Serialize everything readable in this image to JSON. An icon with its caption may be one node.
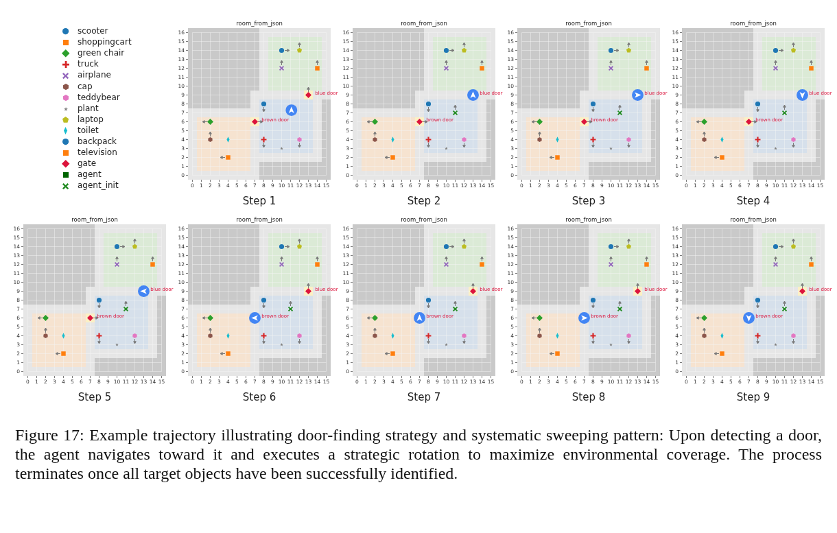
{
  "diagram": {
    "caption": "Figure 17: Example trajectory illustrating door-finding strategy and systematic sweeping pattern: Upon detecting a door, the agent navigates toward it and executes a strategic rotation to maximize environmental coverage. The process terminates once all target objects have been successfully identified.",
    "labels": [
      "Step 1",
      "Step 2",
      "Step 3",
      "Step 4",
      "Step 5",
      "Step 6",
      "Step 7",
      "Step 8",
      "Step 9"
    ],
    "legend": [
      {
        "text": "scooter",
        "color": "#1f77b4"
      },
      {
        "text": "shoppingcart",
        "color": "#ff7f0e"
      },
      {
        "text": "green chair",
        "color": "#2ca02c"
      },
      {
        "text": "truck",
        "color": "#d62728"
      },
      {
        "text": "airplane",
        "color": "#9467bd"
      },
      {
        "text": "cap",
        "color": "#8c564b"
      },
      {
        "text": "teddybear",
        "color": "#e377c2"
      },
      {
        "text": "plant",
        "color": "#7f7f7f"
      },
      {
        "text": "laptop",
        "color": "#bcbd22"
      },
      {
        "text": "toilet",
        "color": "#17becf"
      },
      {
        "text": "backpack",
        "color": "#1f77b4"
      },
      {
        "text": "television",
        "color": "#ff7f0e"
      },
      {
        "text": "gate",
        "color": "#dc143c"
      },
      {
        "text": "agent",
        "color": "#006400"
      },
      {
        "text": "agent_init",
        "color": "#228b22"
      }
    ],
    "chart_data": [
      {
        "type": "scatter",
        "title": "room_from_json",
        "grid": true,
        "xlim": [
          -0.5,
          15.5
        ],
        "ylim": [
          -0.5,
          16.5
        ],
        "xticks": [
          0,
          1,
          2,
          3,
          4,
          5,
          6,
          7,
          8,
          9,
          10,
          11,
          12,
          13,
          14,
          15
        ],
        "yticks": [
          0,
          1,
          2,
          3,
          4,
          5,
          6,
          7,
          8,
          9,
          10,
          11,
          12,
          13,
          14,
          15,
          16
        ],
        "series": [
          {
            "marker": "circle",
            "color": "#1f77b4",
            "x": [
              10
            ],
            "values": [
              14
            ]
          },
          {
            "marker": "square",
            "color": "#ff7f0e",
            "x": [
              4
            ],
            "values": [
              2
            ]
          },
          {
            "marker": "diamond",
            "color": "#2ca02c",
            "x": [
              2
            ],
            "values": [
              6
            ]
          },
          {
            "marker": "plus",
            "color": "#d62728",
            "x": [
              8
            ],
            "values": [
              4
            ]
          },
          {
            "marker": "x",
            "color": "#9467bd",
            "x": [
              10
            ],
            "values": [
              12
            ]
          },
          {
            "color": "#8c564b",
            "x": [
              2
            ],
            "values": [
              4
            ]
          },
          {
            "color": "#e377c2",
            "x": [
              12
            ],
            "values": [
              4
            ]
          },
          {
            "marker": "star",
            "color": "#7f7f7f",
            "x": [
              10
            ],
            "values": [
              3
            ]
          },
          {
            "color": "#bcbd22",
            "x": [
              12
            ],
            "values": [
              14
            ]
          },
          {
            "color": "#17becf",
            "x": [
              4
            ],
            "values": [
              4
            ]
          },
          {
            "marker": "circle",
            "color": "#1f77b4",
            "x": [
              8
            ],
            "values": [
              8
            ]
          },
          {
            "marker": "square",
            "color": "#ff7f0e",
            "x": [
              14
            ],
            "values": [
              12
            ]
          },
          {
            "marker": "diamond",
            "color": "#dc143c",
            "x": [
              13,
              7
            ],
            "values": [
              9,
              6
            ]
          },
          {
            "color": "#4285f4",
            "x": [
              11.1
            ],
            "values": [
              7.3
            ]
          }
        ],
        "annotations": [
          "blue door",
          "brown door"
        ]
      },
      {
        "type": "scatter",
        "title": "room_from_json",
        "grid": true,
        "xlim": [
          -0.5,
          15.5
        ],
        "ylim": [
          -0.5,
          16.5
        ],
        "xticks": [
          0,
          1,
          2,
          3,
          4,
          5,
          6,
          7,
          8,
          9,
          10,
          11,
          12,
          13,
          14,
          15
        ],
        "yticks": [
          0,
          1,
          2,
          3,
          4,
          5,
          6,
          7,
          8,
          9,
          10,
          11,
          12,
          13,
          14,
          15,
          16
        ],
        "series": [
          {
            "marker": "circle",
            "color": "#1f77b4",
            "x": [
              10
            ],
            "values": [
              14
            ]
          },
          {
            "marker": "square",
            "color": "#ff7f0e",
            "x": [
              4
            ],
            "values": [
              2
            ]
          },
          {
            "marker": "diamond",
            "color": "#2ca02c",
            "x": [
              2
            ],
            "values": [
              6
            ]
          },
          {
            "marker": "plus",
            "color": "#d62728",
            "x": [
              8
            ],
            "values": [
              4
            ]
          },
          {
            "marker": "x",
            "color": "#9467bd",
            "x": [
              10
            ],
            "values": [
              12
            ]
          },
          {
            "color": "#8c564b",
            "x": [
              2
            ],
            "values": [
              4
            ]
          },
          {
            "color": "#e377c2",
            "x": [
              12
            ],
            "values": [
              4
            ]
          },
          {
            "marker": "star",
            "color": "#7f7f7f",
            "x": [
              10
            ],
            "values": [
              3
            ]
          },
          {
            "color": "#bcbd22",
            "x": [
              12
            ],
            "values": [
              14
            ]
          },
          {
            "color": "#17becf",
            "x": [
              4
            ],
            "values": [
              4
            ]
          },
          {
            "marker": "circle",
            "color": "#1f77b4",
            "x": [
              8
            ],
            "values": [
              8
            ]
          },
          {
            "marker": "square",
            "color": "#ff7f0e",
            "x": [
              14
            ],
            "values": [
              12
            ]
          },
          {
            "marker": "diamond",
            "color": "#dc143c",
            "x": [
              7
            ],
            "values": [
              6
            ]
          },
          {
            "color": "#4285f4",
            "x": [
              13
            ],
            "values": [
              9
            ]
          },
          {
            "marker": "x",
            "color": "#228b22",
            "x": [
              11
            ],
            "values": [
              7
            ]
          }
        ],
        "annotations": [
          "blue door",
          "brown door"
        ]
      },
      {
        "type": "scatter",
        "title": "room_from_json",
        "grid": true,
        "xlim": [
          -0.5,
          15.5
        ],
        "ylim": [
          -0.5,
          16.5
        ],
        "xticks": [
          0,
          1,
          2,
          3,
          4,
          5,
          6,
          7,
          8,
          9,
          10,
          11,
          12,
          13,
          14,
          15
        ],
        "yticks": [
          0,
          1,
          2,
          3,
          4,
          5,
          6,
          7,
          8,
          9,
          10,
          11,
          12,
          13,
          14,
          15,
          16
        ],
        "series": [
          {
            "marker": "circle",
            "color": "#1f77b4",
            "x": [
              10
            ],
            "values": [
              14
            ]
          },
          {
            "marker": "square",
            "color": "#ff7f0e",
            "x": [
              4
            ],
            "values": [
              2
            ]
          },
          {
            "marker": "diamond",
            "color": "#2ca02c",
            "x": [
              2
            ],
            "values": [
              6
            ]
          },
          {
            "marker": "plus",
            "color": "#d62728",
            "x": [
              8
            ],
            "values": [
              4
            ]
          },
          {
            "marker": "x",
            "color": "#9467bd",
            "x": [
              10
            ],
            "values": [
              12
            ]
          },
          {
            "color": "#8c564b",
            "x": [
              2
            ],
            "values": [
              4
            ]
          },
          {
            "color": "#e377c2",
            "x": [
              12
            ],
            "values": [
              4
            ]
          },
          {
            "marker": "star",
            "color": "#7f7f7f",
            "x": [
              10
            ],
            "values": [
              3
            ]
          },
          {
            "color": "#bcbd22",
            "x": [
              12
            ],
            "values": [
              14
            ]
          },
          {
            "color": "#17becf",
            "x": [
              4
            ],
            "values": [
              4
            ]
          },
          {
            "marker": "circle",
            "color": "#1f77b4",
            "x": [
              8
            ],
            "values": [
              8
            ]
          },
          {
            "marker": "square",
            "color": "#ff7f0e",
            "x": [
              14
            ],
            "values": [
              12
            ]
          },
          {
            "marker": "diamond",
            "color": "#dc143c",
            "x": [
              7
            ],
            "values": [
              6
            ]
          },
          {
            "color": "#4285f4",
            "x": [
              13
            ],
            "values": [
              9
            ]
          },
          {
            "marker": "x",
            "color": "#228b22",
            "x": [
              11
            ],
            "values": [
              7
            ]
          }
        ],
        "annotations": [
          "blue door",
          "brown door"
        ]
      },
      {
        "type": "scatter",
        "title": "room_from_json",
        "grid": true,
        "xlim": [
          -0.5,
          15.5
        ],
        "ylim": [
          -0.5,
          16.5
        ],
        "xticks": [
          0,
          1,
          2,
          3,
          4,
          5,
          6,
          7,
          8,
          9,
          10,
          11,
          12,
          13,
          14,
          15
        ],
        "yticks": [
          0,
          1,
          2,
          3,
          4,
          5,
          6,
          7,
          8,
          9,
          10,
          11,
          12,
          13,
          14,
          15,
          16
        ],
        "series": [
          {
            "marker": "circle",
            "color": "#1f77b4",
            "x": [
              10
            ],
            "values": [
              14
            ]
          },
          {
            "marker": "square",
            "color": "#ff7f0e",
            "x": [
              4
            ],
            "values": [
              2
            ]
          },
          {
            "marker": "diamond",
            "color": "#2ca02c",
            "x": [
              2
            ],
            "values": [
              6
            ]
          },
          {
            "marker": "plus",
            "color": "#d62728",
            "x": [
              8
            ],
            "values": [
              4
            ]
          },
          {
            "marker": "x",
            "color": "#9467bd",
            "x": [
              10
            ],
            "values": [
              12
            ]
          },
          {
            "color": "#8c564b",
            "x": [
              2
            ],
            "values": [
              4
            ]
          },
          {
            "color": "#e377c2",
            "x": [
              12
            ],
            "values": [
              4
            ]
          },
          {
            "marker": "star",
            "color": "#7f7f7f",
            "x": [
              10
            ],
            "values": [
              3
            ]
          },
          {
            "color": "#bcbd22",
            "x": [
              12
            ],
            "values": [
              14
            ]
          },
          {
            "color": "#17becf",
            "x": [
              4
            ],
            "values": [
              4
            ]
          },
          {
            "marker": "circle",
            "color": "#1f77b4",
            "x": [
              8
            ],
            "values": [
              8
            ]
          },
          {
            "marker": "square",
            "color": "#ff7f0e",
            "x": [
              14
            ],
            "values": [
              12
            ]
          },
          {
            "marker": "diamond",
            "color": "#dc143c",
            "x": [
              7
            ],
            "values": [
              6
            ]
          },
          {
            "color": "#4285f4",
            "x": [
              13
            ],
            "values": [
              9
            ]
          },
          {
            "marker": "x",
            "color": "#228b22",
            "x": [
              11
            ],
            "values": [
              7
            ]
          }
        ],
        "annotations": [
          "blue door",
          "brown door"
        ]
      },
      {
        "type": "scatter",
        "title": "room_from_json",
        "grid": true,
        "xlim": [
          -0.5,
          15.5
        ],
        "ylim": [
          -0.5,
          16.5
        ],
        "xticks": [
          0,
          1,
          2,
          3,
          4,
          5,
          6,
          7,
          8,
          9,
          10,
          11,
          12,
          13,
          14,
          15
        ],
        "yticks": [
          0,
          1,
          2,
          3,
          4,
          5,
          6,
          7,
          8,
          9,
          10,
          11,
          12,
          13,
          14,
          15,
          16
        ],
        "series": [
          {
            "marker": "circle",
            "color": "#1f77b4",
            "x": [
              10
            ],
            "values": [
              14
            ]
          },
          {
            "marker": "square",
            "color": "#ff7f0e",
            "x": [
              4
            ],
            "values": [
              2
            ]
          },
          {
            "marker": "diamond",
            "color": "#2ca02c",
            "x": [
              2
            ],
            "values": [
              6
            ]
          },
          {
            "marker": "plus",
            "color": "#d62728",
            "x": [
              8
            ],
            "values": [
              4
            ]
          },
          {
            "marker": "x",
            "color": "#9467bd",
            "x": [
              10
            ],
            "values": [
              12
            ]
          },
          {
            "color": "#8c564b",
            "x": [
              2
            ],
            "values": [
              4
            ]
          },
          {
            "color": "#e377c2",
            "x": [
              12
            ],
            "values": [
              4
            ]
          },
          {
            "marker": "star",
            "color": "#7f7f7f",
            "x": [
              10
            ],
            "values": [
              3
            ]
          },
          {
            "color": "#bcbd22",
            "x": [
              12
            ],
            "values": [
              14
            ]
          },
          {
            "color": "#17becf",
            "x": [
              4
            ],
            "values": [
              4
            ]
          },
          {
            "marker": "circle",
            "color": "#1f77b4",
            "x": [
              8
            ],
            "values": [
              8
            ]
          },
          {
            "marker": "square",
            "color": "#ff7f0e",
            "x": [
              14
            ],
            "values": [
              12
            ]
          },
          {
            "marker": "diamond",
            "color": "#dc143c",
            "x": [
              7
            ],
            "values": [
              6
            ]
          },
          {
            "color": "#4285f4",
            "x": [
              13
            ],
            "values": [
              9
            ]
          },
          {
            "marker": "x",
            "color": "#228b22",
            "x": [
              11
            ],
            "values": [
              7
            ]
          }
        ],
        "annotations": [
          "blue door",
          "brown door"
        ]
      },
      {
        "type": "scatter",
        "title": "room_from_json",
        "grid": true,
        "xlim": [
          -0.5,
          15.5
        ],
        "ylim": [
          -0.5,
          16.5
        ],
        "xticks": [
          0,
          1,
          2,
          3,
          4,
          5,
          6,
          7,
          8,
          9,
          10,
          11,
          12,
          13,
          14,
          15
        ],
        "yticks": [
          0,
          1,
          2,
          3,
          4,
          5,
          6,
          7,
          8,
          9,
          10,
          11,
          12,
          13,
          14,
          15,
          16
        ],
        "series": [
          {
            "marker": "circle",
            "color": "#1f77b4",
            "x": [
              10
            ],
            "values": [
              14
            ]
          },
          {
            "marker": "square",
            "color": "#ff7f0e",
            "x": [
              4
            ],
            "values": [
              2
            ]
          },
          {
            "marker": "diamond",
            "color": "#2ca02c",
            "x": [
              2
            ],
            "values": [
              6
            ]
          },
          {
            "marker": "plus",
            "color": "#d62728",
            "x": [
              8
            ],
            "values": [
              4
            ]
          },
          {
            "marker": "x",
            "color": "#9467bd",
            "x": [
              10
            ],
            "values": [
              12
            ]
          },
          {
            "color": "#8c564b",
            "x": [
              2
            ],
            "values": [
              4
            ]
          },
          {
            "color": "#e377c2",
            "x": [
              12
            ],
            "values": [
              4
            ]
          },
          {
            "marker": "star",
            "color": "#7f7f7f",
            "x": [
              10
            ],
            "values": [
              3
            ]
          },
          {
            "color": "#bcbd22",
            "x": [
              12
            ],
            "values": [
              14
            ]
          },
          {
            "color": "#17becf",
            "x": [
              4
            ],
            "values": [
              4
            ]
          },
          {
            "marker": "circle",
            "color": "#1f77b4",
            "x": [
              8
            ],
            "values": [
              8
            ]
          },
          {
            "marker": "square",
            "color": "#ff7f0e",
            "x": [
              14
            ],
            "values": [
              12
            ]
          },
          {
            "marker": "diamond",
            "color": "#dc143c",
            "x": [
              13
            ],
            "values": [
              9
            ]
          },
          {
            "color": "#4285f4",
            "x": [
              7
            ],
            "values": [
              6
            ]
          },
          {
            "marker": "x",
            "color": "#228b22",
            "x": [
              11
            ],
            "values": [
              7
            ]
          }
        ],
        "annotations": [
          "blue door",
          "brown door"
        ]
      },
      {
        "type": "scatter",
        "title": "room_from_json",
        "grid": true,
        "xlim": [
          -0.5,
          15.5
        ],
        "ylim": [
          -0.5,
          16.5
        ],
        "xticks": [
          0,
          1,
          2,
          3,
          4,
          5,
          6,
          7,
          8,
          9,
          10,
          11,
          12,
          13,
          14,
          15
        ],
        "yticks": [
          0,
          1,
          2,
          3,
          4,
          5,
          6,
          7,
          8,
          9,
          10,
          11,
          12,
          13,
          14,
          15,
          16
        ],
        "series": [
          {
            "marker": "circle",
            "color": "#1f77b4",
            "x": [
              10
            ],
            "values": [
              14
            ]
          },
          {
            "marker": "square",
            "color": "#ff7f0e",
            "x": [
              4
            ],
            "values": [
              2
            ]
          },
          {
            "marker": "diamond",
            "color": "#2ca02c",
            "x": [
              2
            ],
            "values": [
              6
            ]
          },
          {
            "marker": "plus",
            "color": "#d62728",
            "x": [
              8
            ],
            "values": [
              4
            ]
          },
          {
            "marker": "x",
            "color": "#9467bd",
            "x": [
              10
            ],
            "values": [
              12
            ]
          },
          {
            "color": "#8c564b",
            "x": [
              2
            ],
            "values": [
              4
            ]
          },
          {
            "color": "#e377c2",
            "x": [
              12
            ],
            "values": [
              4
            ]
          },
          {
            "marker": "star",
            "color": "#7f7f7f",
            "x": [
              10
            ],
            "values": [
              3
            ]
          },
          {
            "color": "#bcbd22",
            "x": [
              12
            ],
            "values": [
              14
            ]
          },
          {
            "color": "#17becf",
            "x": [
              4
            ],
            "values": [
              4
            ]
          },
          {
            "marker": "circle",
            "color": "#1f77b4",
            "x": [
              8
            ],
            "values": [
              8
            ]
          },
          {
            "marker": "square",
            "color": "#ff7f0e",
            "x": [
              14
            ],
            "values": [
              12
            ]
          },
          {
            "marker": "diamond",
            "color": "#dc143c",
            "x": [
              13
            ],
            "values": [
              9
            ]
          },
          {
            "color": "#4285f4",
            "x": [
              7
            ],
            "values": [
              6
            ]
          },
          {
            "marker": "x",
            "color": "#228b22",
            "x": [
              11
            ],
            "values": [
              7
            ]
          }
        ],
        "annotations": [
          "blue door",
          "brown door"
        ]
      },
      {
        "type": "scatter",
        "title": "room_from_json",
        "grid": true,
        "xlim": [
          -0.5,
          15.5
        ],
        "ylim": [
          -0.5,
          16.5
        ],
        "xticks": [
          0,
          1,
          2,
          3,
          4,
          5,
          6,
          7,
          8,
          9,
          10,
          11,
          12,
          13,
          14,
          15
        ],
        "yticks": [
          0,
          1,
          2,
          3,
          4,
          5,
          6,
          7,
          8,
          9,
          10,
          11,
          12,
          13,
          14,
          15,
          16
        ],
        "series": [
          {
            "marker": "circle",
            "color": "#1f77b4",
            "x": [
              10
            ],
            "values": [
              14
            ]
          },
          {
            "marker": "square",
            "color": "#ff7f0e",
            "x": [
              4
            ],
            "values": [
              2
            ]
          },
          {
            "marker": "diamond",
            "color": "#2ca02c",
            "x": [
              2
            ],
            "values": [
              6
            ]
          },
          {
            "marker": "plus",
            "color": "#d62728",
            "x": [
              8
            ],
            "values": [
              4
            ]
          },
          {
            "marker": "x",
            "color": "#9467bd",
            "x": [
              10
            ],
            "values": [
              12
            ]
          },
          {
            "color": "#8c564b",
            "x": [
              2
            ],
            "values": [
              4
            ]
          },
          {
            "color": "#e377c2",
            "x": [
              12
            ],
            "values": [
              4
            ]
          },
          {
            "marker": "star",
            "color": "#7f7f7f",
            "x": [
              10
            ],
            "values": [
              3
            ]
          },
          {
            "color": "#bcbd22",
            "x": [
              12
            ],
            "values": [
              14
            ]
          },
          {
            "color": "#17becf",
            "x": [
              4
            ],
            "values": [
              4
            ]
          },
          {
            "marker": "circle",
            "color": "#1f77b4",
            "x": [
              8
            ],
            "values": [
              8
            ]
          },
          {
            "marker": "square",
            "color": "#ff7f0e",
            "x": [
              14
            ],
            "values": [
              12
            ]
          },
          {
            "marker": "diamond",
            "color": "#dc143c",
            "x": [
              13
            ],
            "values": [
              9
            ]
          },
          {
            "color": "#4285f4",
            "x": [
              7
            ],
            "values": [
              6
            ]
          },
          {
            "marker": "x",
            "color": "#228b22",
            "x": [
              11
            ],
            "values": [
              7
            ]
          }
        ],
        "annotations": [
          "blue door",
          "brown door"
        ]
      },
      {
        "type": "scatter",
        "title": "room_from_json",
        "grid": true,
        "xlim": [
          -0.5,
          15.5
        ],
        "ylim": [
          -0.5,
          16.5
        ],
        "xticks": [
          0,
          1,
          2,
          3,
          4,
          5,
          6,
          7,
          8,
          9,
          10,
          11,
          12,
          13,
          14,
          15
        ],
        "yticks": [
          0,
          1,
          2,
          3,
          4,
          5,
          6,
          7,
          8,
          9,
          10,
          11,
          12,
          13,
          14,
          15,
          16
        ],
        "series": [
          {
            "marker": "circle",
            "color": "#1f77b4",
            "x": [
              10
            ],
            "values": [
              14
            ]
          },
          {
            "marker": "square",
            "color": "#ff7f0e",
            "x": [
              4
            ],
            "values": [
              2
            ]
          },
          {
            "marker": "diamond",
            "color": "#2ca02c",
            "x": [
              2
            ],
            "values": [
              6
            ]
          },
          {
            "marker": "plus",
            "color": "#d62728",
            "x": [
              8
            ],
            "values": [
              4
            ]
          },
          {
            "marker": "x",
            "color": "#9467bd",
            "x": [
              10
            ],
            "values": [
              12
            ]
          },
          {
            "color": "#8c564b",
            "x": [
              2
            ],
            "values": [
              4
            ]
          },
          {
            "color": "#e377c2",
            "x": [
              12
            ],
            "values": [
              4
            ]
          },
          {
            "marker": "star",
            "color": "#7f7f7f",
            "x": [
              10
            ],
            "values": [
              3
            ]
          },
          {
            "color": "#bcbd22",
            "x": [
              12
            ],
            "values": [
              14
            ]
          },
          {
            "color": "#17becf",
            "x": [
              4
            ],
            "values": [
              4
            ]
          },
          {
            "marker": "circle",
            "color": "#1f77b4",
            "x": [
              8
            ],
            "values": [
              8
            ]
          },
          {
            "marker": "square",
            "color": "#ff7f0e",
            "x": [
              14
            ],
            "values": [
              12
            ]
          },
          {
            "marker": "diamond",
            "color": "#dc143c",
            "x": [
              13
            ],
            "values": [
              9
            ]
          },
          {
            "color": "#4285f4",
            "x": [
              7
            ],
            "values": [
              6
            ]
          },
          {
            "marker": "x",
            "color": "#228b22",
            "x": [
              11
            ],
            "values": [
              7
            ]
          }
        ],
        "annotations": [
          "blue door",
          "brown door"
        ]
      }
    ]
  }
}
